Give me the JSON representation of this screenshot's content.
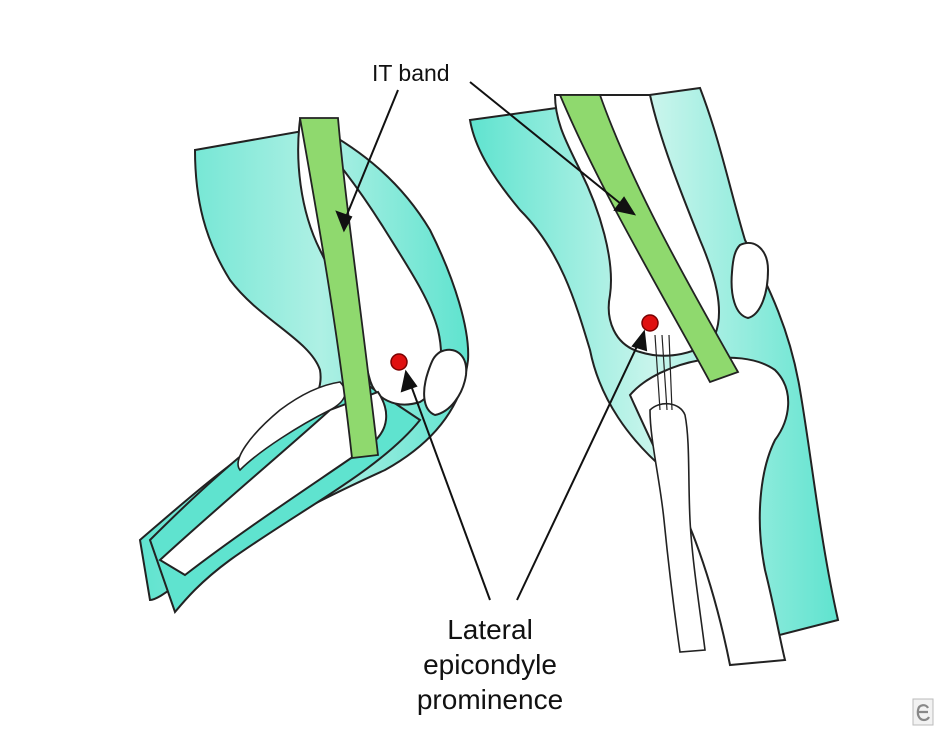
{
  "labels": {
    "it_band": "IT band",
    "lateral_line1": "Lateral",
    "lateral_line2": "epicondyle",
    "lateral_line3": "prominence"
  },
  "colors": {
    "soft_tissue": "#5fe3cf",
    "it_band": "#8fd96e",
    "outline": "#222222",
    "marker": "#e01010",
    "bone": "#ffffff"
  },
  "icons": {
    "corner_mark": "e-logo-icon"
  }
}
